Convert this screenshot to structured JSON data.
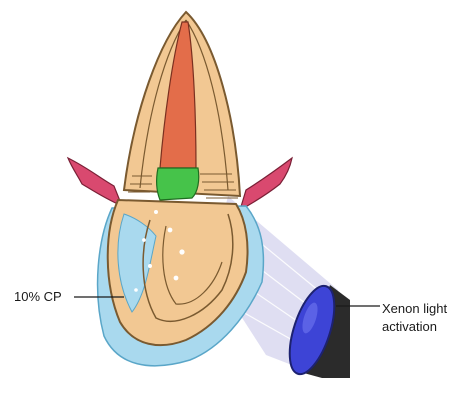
{
  "labels": {
    "bleaching_agent": "10% CP",
    "light_line1": "Xenon light",
    "light_line2": "activation"
  },
  "colors": {
    "enamel_dentin": "#f2c893",
    "enamel_outline": "#7a5a30",
    "pulp": "#e36d4a",
    "restoration": "#46c34a",
    "gingiva": "#d9496f",
    "bleaching_gel": "#a9d9ee",
    "light_beam": "#d7d6ef",
    "lamp_lens": "#3d44d6",
    "lamp_body": "#2b2b2b"
  }
}
